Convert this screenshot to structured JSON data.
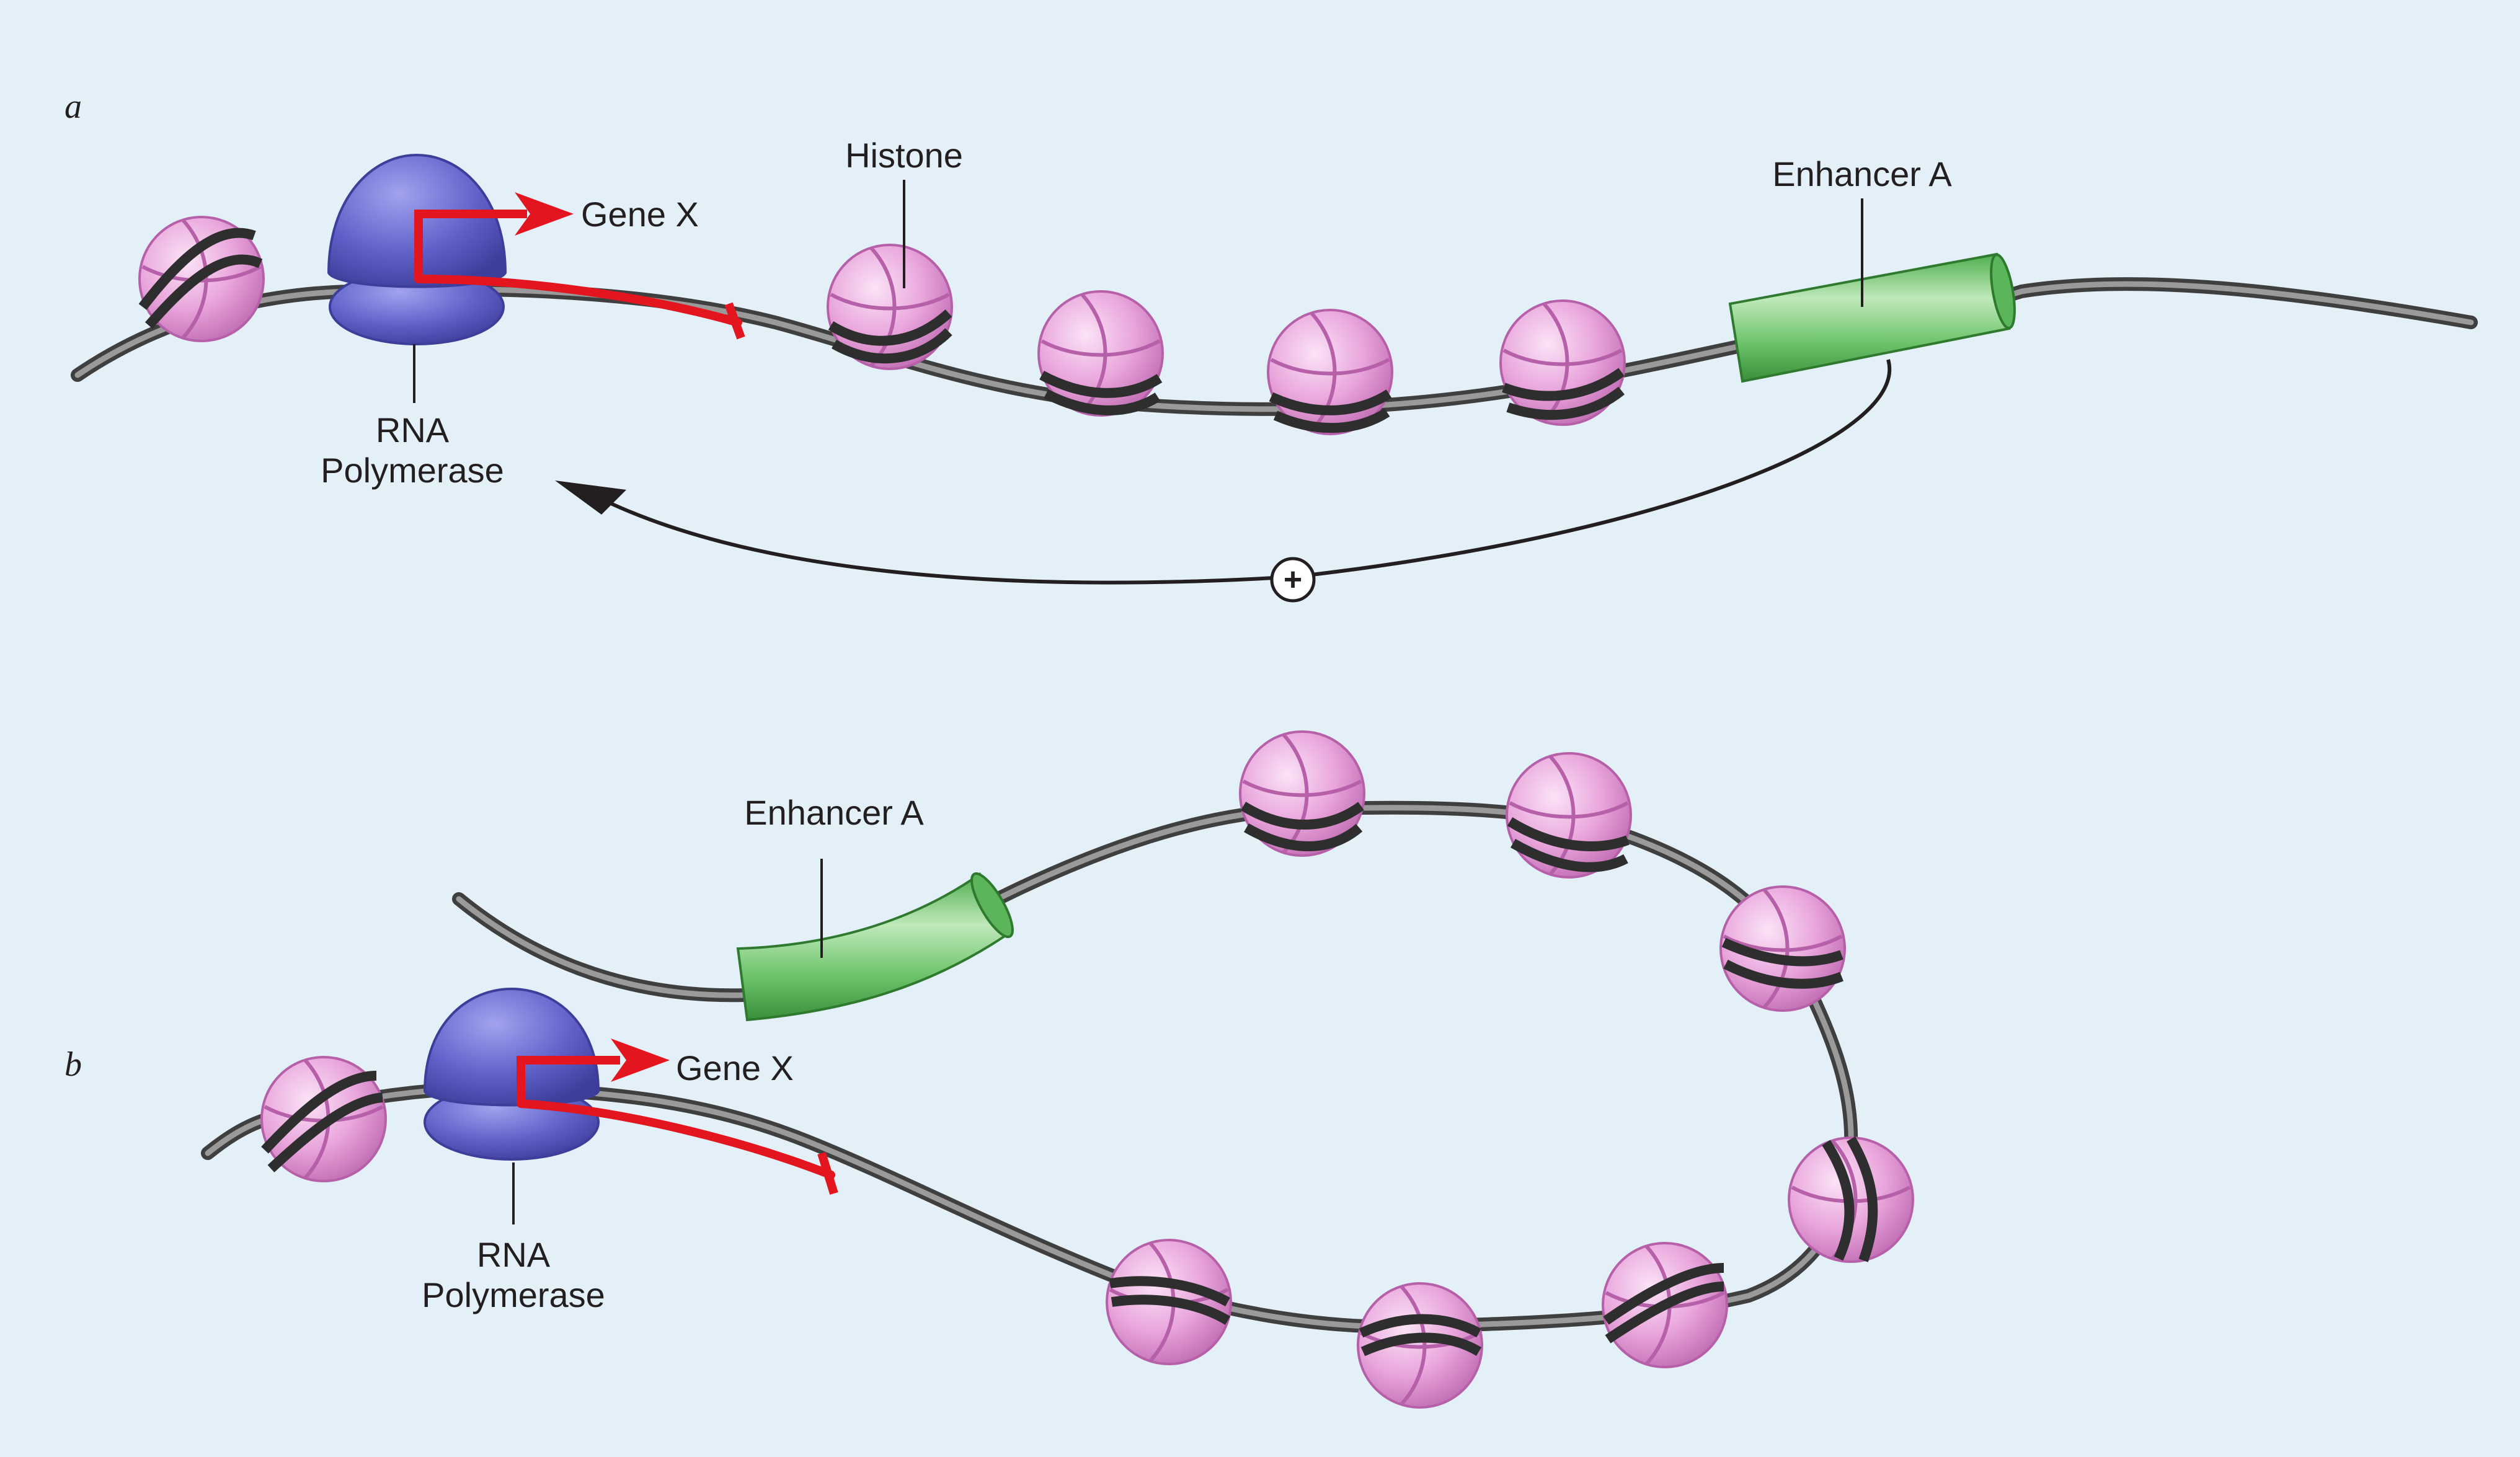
{
  "panel_a": {
    "letter": "a",
    "gene_label": "Gene X",
    "histone_label": "Histone",
    "enhancer_label": "Enhancer A",
    "polymerase_label_line1": "RNA",
    "polymerase_label_line2": "Polymerase",
    "activation_symbol": "+"
  },
  "panel_b": {
    "letter": "b",
    "gene_label": "Gene X",
    "enhancer_label": "Enhancer A",
    "polymerase_label_line1": "RNA",
    "polymerase_label_line2": "Polymerase"
  },
  "colors": {
    "background": "#e4f0f7",
    "dna": "#4a4a4a",
    "histone": "#e49ad8",
    "polymerase": "#5a5cc0",
    "enhancer": "#6cc36a",
    "transcript": "#e3161f"
  }
}
